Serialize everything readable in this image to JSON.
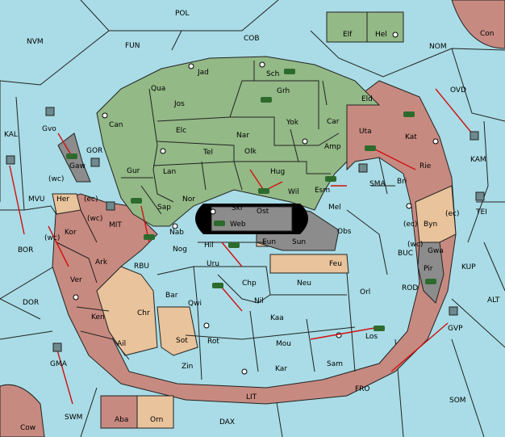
{
  "map": {
    "sea_labels": [
      {
        "id": "POL",
        "text": "POL"
      },
      {
        "id": "NVM",
        "text": "NVM"
      },
      {
        "id": "FUN",
        "text": "FUN"
      },
      {
        "id": "COB",
        "text": "COB"
      },
      {
        "id": "NOM",
        "text": "NOM"
      },
      {
        "id": "Con",
        "text": "Con"
      },
      {
        "id": "OVD",
        "text": "OVD"
      },
      {
        "id": "KAL",
        "text": "KAL"
      },
      {
        "id": "KAM",
        "text": "KAM"
      },
      {
        "id": "GOR",
        "text": "GOR"
      },
      {
        "id": "MVU",
        "text": "MVU"
      },
      {
        "id": "MIT",
        "text": "MIT"
      },
      {
        "id": "BOR",
        "text": "BOR"
      },
      {
        "id": "RBU",
        "text": "RBU"
      },
      {
        "id": "DOR",
        "text": "DOR"
      },
      {
        "id": "SMA",
        "text": "SMA"
      },
      {
        "id": "BUC",
        "text": "BUC"
      },
      {
        "id": "KUP",
        "text": "KUP"
      },
      {
        "id": "TEI",
        "text": "TEI"
      },
      {
        "id": "ROD",
        "text": "ROD"
      },
      {
        "id": "ALT",
        "text": "ALT"
      },
      {
        "id": "GVP",
        "text": "GVP"
      },
      {
        "id": "GMA",
        "text": "GMA"
      },
      {
        "id": "SWM",
        "text": "SWM"
      },
      {
        "id": "FRO",
        "text": "FRO"
      },
      {
        "id": "SOM",
        "text": "SOM"
      },
      {
        "id": "LIT",
        "text": "LIT"
      },
      {
        "id": "DAX",
        "text": "DAX"
      },
      {
        "id": "Cow",
        "text": "Cow"
      },
      {
        "id": "Gvo",
        "text": "Gvo"
      }
    ],
    "land_labels": [
      {
        "id": "Elf",
        "text": "Elf"
      },
      {
        "id": "Hel",
        "text": "Hel"
      },
      {
        "id": "Jad",
        "text": "Jad"
      },
      {
        "id": "Sch",
        "text": "Sch"
      },
      {
        "id": "Qua",
        "text": "Qua"
      },
      {
        "id": "Grh",
        "text": "Grh"
      },
      {
        "id": "Jos",
        "text": "Jos"
      },
      {
        "id": "Eld",
        "text": "Eld"
      },
      {
        "id": "Can",
        "text": "Can"
      },
      {
        "id": "Yok",
        "text": "Yok"
      },
      {
        "id": "Car",
        "text": "Car"
      },
      {
        "id": "Uta",
        "text": "Uta"
      },
      {
        "id": "Elc",
        "text": "Elc"
      },
      {
        "id": "Nar",
        "text": "Nar"
      },
      {
        "id": "Kat",
        "text": "Kat"
      },
      {
        "id": "Amp",
        "text": "Amp"
      },
      {
        "id": "Tel",
        "text": "Tel"
      },
      {
        "id": "Olk",
        "text": "Olk"
      },
      {
        "id": "Gaw",
        "text": "Gaw"
      },
      {
        "id": "Gur",
        "text": "Gur"
      },
      {
        "id": "Lan",
        "text": "Lan"
      },
      {
        "id": "Hug",
        "text": "Hug"
      },
      {
        "id": "Rie",
        "text": "Rie"
      },
      {
        "id": "Bri",
        "text": "Bri"
      },
      {
        "id": "Esm",
        "text": "Esm"
      },
      {
        "id": "Wil",
        "text": "Wil"
      },
      {
        "id": "Her",
        "text": "Her"
      },
      {
        "id": "Sap",
        "text": "Sap"
      },
      {
        "id": "Nor",
        "text": "Nor"
      },
      {
        "id": "Skr",
        "text": "Skr"
      },
      {
        "id": "Ost",
        "text": "Ost"
      },
      {
        "id": "Mel",
        "text": "Mel"
      },
      {
        "id": "Byn",
        "text": "Byn"
      },
      {
        "id": "Web",
        "text": "Web"
      },
      {
        "id": "Kor",
        "text": "Kor"
      },
      {
        "id": "Nab",
        "text": "Nab"
      },
      {
        "id": "Obs",
        "text": "Obs"
      },
      {
        "id": "Eun",
        "text": "Eun"
      },
      {
        "id": "Sun",
        "text": "Sun"
      },
      {
        "id": "Gwa",
        "text": "Gwa"
      },
      {
        "id": "Hil",
        "text": "Hil"
      },
      {
        "id": "Nog",
        "text": "Nog"
      },
      {
        "id": "Ark",
        "text": "Ark"
      },
      {
        "id": "Uru",
        "text": "Uru"
      },
      {
        "id": "Feu",
        "text": "Feu"
      },
      {
        "id": "Pir",
        "text": "Pir"
      },
      {
        "id": "Ver",
        "text": "Ver"
      },
      {
        "id": "Chp",
        "text": "Chp"
      },
      {
        "id": "Neu",
        "text": "Neu"
      },
      {
        "id": "Bar",
        "text": "Bar"
      },
      {
        "id": "Qwi",
        "text": "Qwi"
      },
      {
        "id": "Orl",
        "text": "Orl"
      },
      {
        "id": "Nil",
        "text": "Nil"
      },
      {
        "id": "Chr",
        "text": "Chr"
      },
      {
        "id": "Ken",
        "text": "Ken"
      },
      {
        "id": "Kaa",
        "text": "Kaa"
      },
      {
        "id": "Los",
        "text": "Los"
      },
      {
        "id": "Rot",
        "text": "Rot"
      },
      {
        "id": "Sot",
        "text": "Sot"
      },
      {
        "id": "Mou",
        "text": "Mou"
      },
      {
        "id": "Ail",
        "text": "Ail"
      },
      {
        "id": "Sam",
        "text": "Sam"
      },
      {
        "id": "Zin",
        "text": "Zin"
      },
      {
        "id": "Kar",
        "text": "Kar"
      },
      {
        "id": "Aba",
        "text": "Aba"
      },
      {
        "id": "Orn",
        "text": "Orn"
      }
    ],
    "coast_labels": [
      {
        "id": "wc1",
        "text": "(wc)"
      },
      {
        "id": "ec1",
        "text": "(ec)"
      },
      {
        "id": "wc2",
        "text": "(wc)"
      },
      {
        "id": "wc3",
        "text": "(wc)"
      },
      {
        "id": "ec2",
        "text": "(ec)"
      },
      {
        "id": "wc4",
        "text": "(wc)"
      },
      {
        "id": "ec3",
        "text": "(ec)"
      }
    ],
    "colors": {
      "sea": "#a9dce6",
      "green_power": "#93b986",
      "red_power": "#c78a80",
      "neutral": "#e8c39b",
      "gray": "#8c8c8c",
      "order_arrow": "#d01010"
    }
  }
}
